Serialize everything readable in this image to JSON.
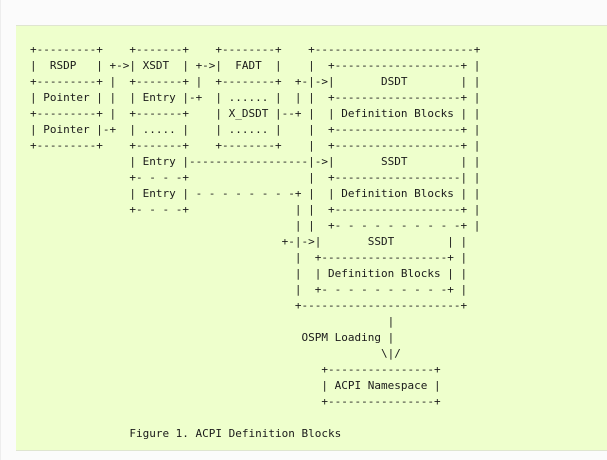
{
  "page": {
    "background_color": "#fbfbfb",
    "code_block_background": "#eeffcc",
    "code_block_border": "#dfe5d0",
    "text_color": "#1a1a1a"
  },
  "code_block": {
    "ascii_art_lines": [
      "+---------+    +-------+    +--------+    +------------------------+",
      "|  RSDP   | +->| XSDT  | +->|  FADT  |    |  +-------------------+ |",
      "+---------+ |  +-------+ |  +--------+  +-|->|       DSDT        | |",
      "| Pointer | |  | Entry |-+  | ...... |  | |  +-------------------+ |",
      "+---------+ |  +-------+    | X_DSDT |--+ |  | Definition Blocks | |",
      "| Pointer |-+  | ..... |    | ...... |    |  +-------------------+ |",
      "+---------+    +-------+    +--------+    |  +-------------------+ |",
      "               | Entry |------------------|->|       SSDT        | |",
      "               +- - - -+                  |  +-------------------| |",
      "               | Entry | - - - - - - - -+ |  | Definition Blocks | |",
      "               +- - - -+                | |  +-------------------+ |",
      "                                        | |  +- - - - - - - - - -+ |",
      "                                      +-|->|       SSDT        | |",
      "                                        |  +-------------------+ |",
      "                                        |  | Definition Blocks | |",
      "                                        |  +- - - - - - - - - -+ |",
      "                                        +------------------------+",
      "                                                      |",
      "                                         OSPM Loading |",
      "                                                     \\|/",
      "                                            +----------------+",
      "                                            | ACPI Namespace |",
      "                                            +----------------+"
    ],
    "caption": "Figure 1. ACPI Definition Blocks"
  },
  "figure": {
    "title": "ACPI Definition Blocks",
    "figure_number": "Figure 1.",
    "entities": [
      {
        "box": "RSDP",
        "rows": [
          "Pointer",
          "Pointer"
        ]
      },
      {
        "box": "XSDT",
        "rows": [
          "Entry",
          ".....",
          "Entry",
          "Entry"
        ]
      },
      {
        "box": "FADT",
        "rows": [
          "......",
          "X_DSDT",
          "......"
        ]
      },
      {
        "box": "DSDT",
        "rows": [
          "Definition Blocks"
        ]
      },
      {
        "box": "SSDT",
        "rows": [
          "Definition Blocks"
        ]
      },
      {
        "box": "SSDT (optional, dashed)",
        "rows": [
          "Definition Blocks"
        ]
      },
      {
        "box": "ACPI Namespace",
        "rows": []
      }
    ],
    "annotations": [
      "OSPM Loading"
    ]
  }
}
